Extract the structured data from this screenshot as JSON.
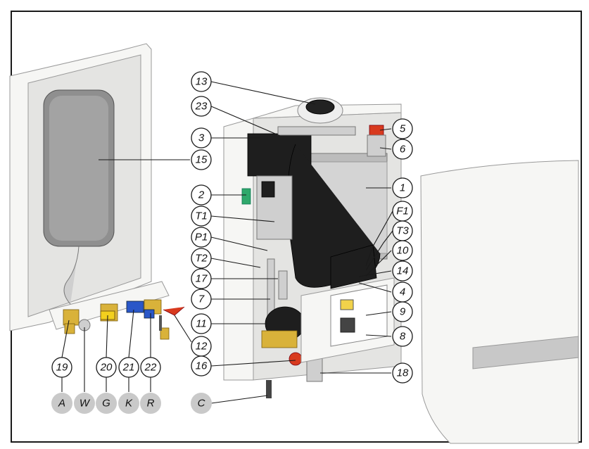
{
  "callouts": [
    "13",
    "23",
    "3",
    "5",
    "6",
    "15",
    "1",
    "2",
    "F1",
    "T1",
    "T3",
    "P1",
    "10",
    "T2",
    "14",
    "17",
    "4",
    "7",
    "9",
    "11",
    "8",
    "12",
    "19",
    "20",
    "21",
    "22",
    "16",
    "18"
  ],
  "connections": [
    "A",
    "W",
    "G",
    "K",
    "R",
    "C"
  ],
  "colors": {
    "brass": "#d9b23a",
    "valve_blue": "#2a57c8",
    "valve_red": "#d83a1e",
    "flue_black": "#1e1e1e",
    "connection_bubble": "#c9c9c9"
  }
}
